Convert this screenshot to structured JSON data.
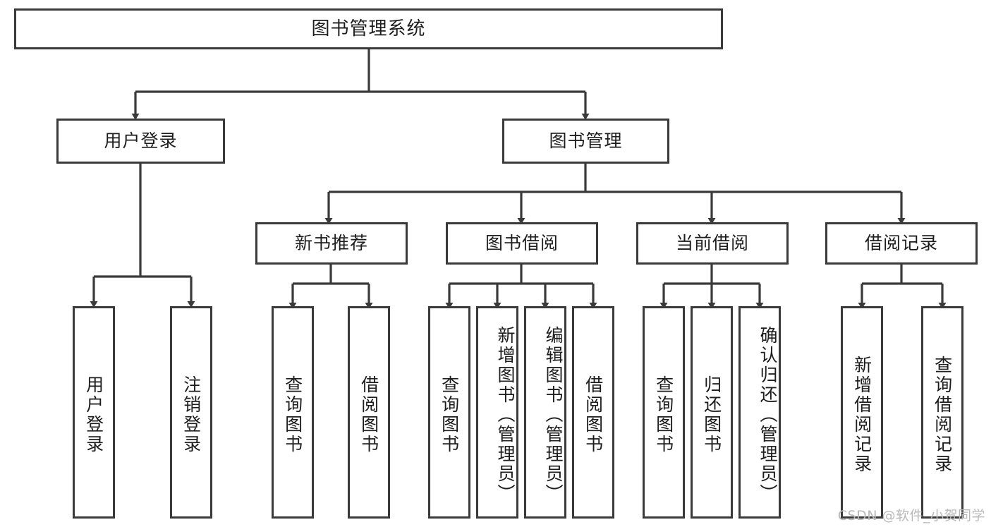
{
  "diagram": {
    "type": "tree-hierarchy",
    "title": "图书管理系统",
    "orientation": "top-down",
    "root": {
      "id": "root",
      "label": "图书管理系统"
    },
    "level2": [
      {
        "id": "user-login",
        "label": "用户登录"
      },
      {
        "id": "book-management",
        "label": "图书管理"
      }
    ],
    "level3": [
      {
        "id": "new-book-recommend",
        "label": "新书推荐",
        "parent": "book-management"
      },
      {
        "id": "book-borrow",
        "label": "图书借阅",
        "parent": "book-management"
      },
      {
        "id": "current-borrow",
        "label": "当前借阅",
        "parent": "book-management"
      },
      {
        "id": "borrow-record",
        "label": "借阅记录",
        "parent": "book-management"
      }
    ],
    "leaves": {
      "user_login": [
        {
          "id": "leaf-user-login",
          "label": "用户登录"
        },
        {
          "id": "leaf-logout",
          "label": "注销登录"
        }
      ],
      "new_book_recommend": [
        {
          "id": "leaf-query-book-1",
          "label": "查询图书"
        },
        {
          "id": "leaf-borrow-book-1",
          "label": "借阅图书"
        }
      ],
      "book_borrow": [
        {
          "id": "leaf-query-book-2",
          "label": "查询图书"
        },
        {
          "id": "leaf-add-book",
          "label": "新增图书（管理员）"
        },
        {
          "id": "leaf-edit-book",
          "label": "编辑图书（管理员）"
        },
        {
          "id": "leaf-borrow-book-2",
          "label": "借阅图书"
        }
      ],
      "current_borrow": [
        {
          "id": "leaf-query-book-3",
          "label": "查询图书"
        },
        {
          "id": "leaf-return-book",
          "label": "归还图书"
        },
        {
          "id": "leaf-confirm-return",
          "label": "确认归还（管理员）"
        }
      ],
      "borrow_record": [
        {
          "id": "leaf-add-record",
          "label": "新增借阅记录"
        },
        {
          "id": "leaf-query-record",
          "label": "查询借阅记录"
        }
      ]
    }
  },
  "watermark": {
    "text": "CSDN @软件_小贺同学"
  },
  "colors": {
    "stroke": "#3a3a3a",
    "background": "#ffffff",
    "text": "#1d1d1d",
    "watermark": "#b9b9b9"
  }
}
